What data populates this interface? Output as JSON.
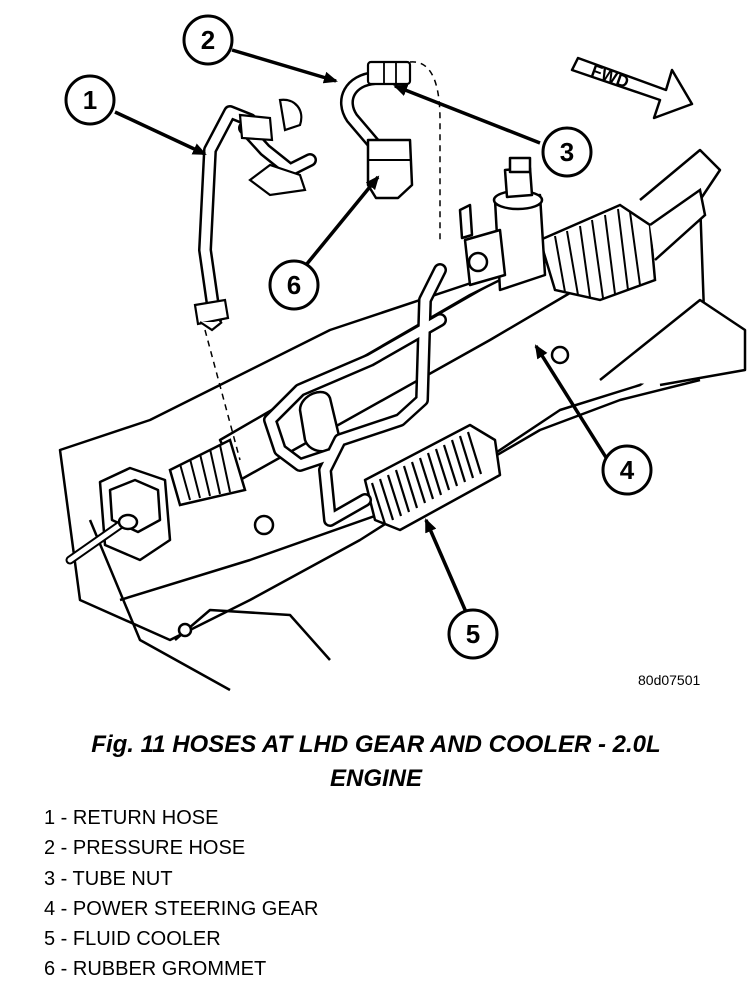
{
  "figure": {
    "direction_label": "FWD",
    "image_code": "80d07501",
    "callouts": [
      "1",
      "2",
      "3",
      "4",
      "5",
      "6"
    ]
  },
  "caption": {
    "line1": "Fig. 11 HOSES AT LHD GEAR AND COOLER - 2.0L",
    "line2": "ENGINE"
  },
  "legend": [
    "1 - RETURN HOSE",
    "2 - PRESSURE HOSE",
    "3 - TUBE NUT",
    "4 - POWER STEERING GEAR",
    "5 - FLUID COOLER",
    "6 - RUBBER GROMMET"
  ]
}
